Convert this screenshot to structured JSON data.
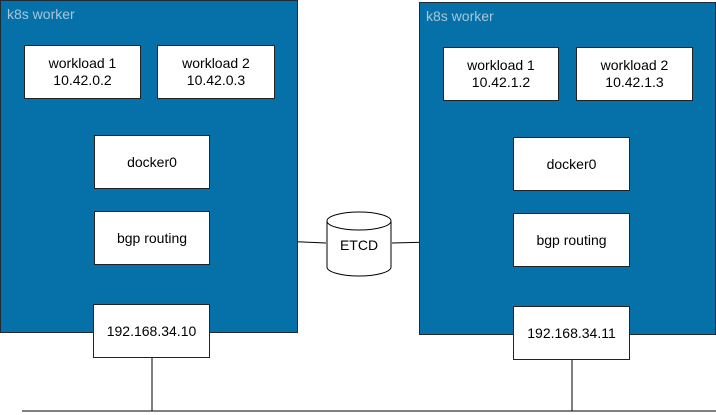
{
  "workers": [
    {
      "label": "k8s worker",
      "workloads": [
        {
          "name": "workload 1",
          "ip": "10.42.0.2"
        },
        {
          "name": "workload 2",
          "ip": "10.42.0.3"
        }
      ],
      "bridge": "docker0",
      "routing": "bgp routing",
      "host_ip": "192.168.34.10"
    },
    {
      "label": "k8s worker",
      "workloads": [
        {
          "name": "workload 1",
          "ip": "10.42.1.2"
        },
        {
          "name": "workload 2",
          "ip": "10.42.1.3"
        }
      ],
      "bridge": "docker0",
      "routing": "bgp routing",
      "host_ip": "192.168.34.11"
    }
  ],
  "etcd": {
    "label": "ETCD"
  },
  "colors": {
    "worker_fill": "#0571a8",
    "worker_label": "#a9c6da",
    "node_fill": "#ffffff",
    "line": "#000000"
  }
}
